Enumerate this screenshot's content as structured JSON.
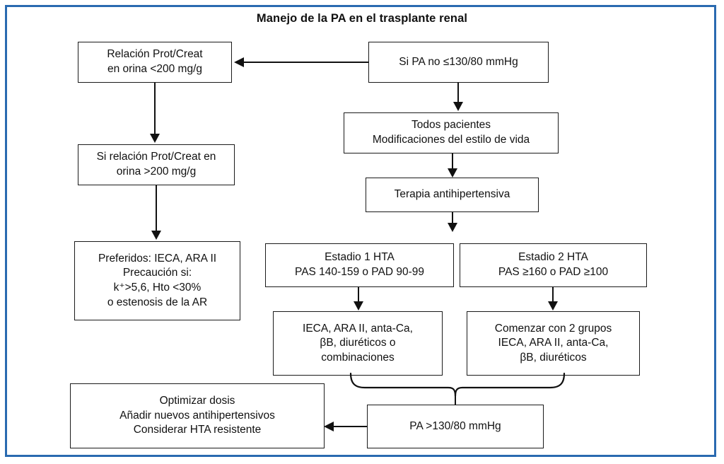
{
  "document": {
    "title": "Manejo de la PA en el trasplante renal",
    "frame_color": "#2a6ab0",
    "line_color": "#111111",
    "box_border_color": "#1a1a1a",
    "background": "#ffffff"
  },
  "nodes": {
    "prot_creat_low": {
      "lines": [
        "Relación Prot/Creat",
        "en orina <200 mg/g"
      ]
    },
    "pa_no_target": {
      "lines": [
        "Si PA no ≤130/80 mmHg"
      ]
    },
    "prot_creat_high": {
      "lines": [
        "Si relación Prot/Creat en",
        "orina >200 mg/g"
      ]
    },
    "todos_pacientes": {
      "lines": [
        "Todos pacientes",
        "Modificaciones del estilo de vida"
      ]
    },
    "terapia": {
      "lines": [
        "Terapia antihipertensiva"
      ]
    },
    "preferidos": {
      "lines": [
        "Preferidos: IECA, ARA II",
        "Precaución si:",
        "k⁺>5,6, Hto <30%",
        "o estenosis de la AR"
      ]
    },
    "estadio1": {
      "lines": [
        "Estadio 1 HTA",
        "PAS 140-159 o PAD 90-99"
      ]
    },
    "estadio2": {
      "lines": [
        "Estadio 2 HTA",
        "PAS ≥160 o PAD ≥100"
      ]
    },
    "tto_estadio1": {
      "lines": [
        "IECA, ARA II, anta-Ca,",
        "βB, diuréticos o",
        "combinaciones"
      ]
    },
    "tto_estadio2": {
      "lines": [
        "Comenzar con 2 grupos",
        "IECA, ARA II, anta-Ca,",
        "βB, diuréticos"
      ]
    },
    "optimizar": {
      "lines": [
        "Optimizar dosis",
        "Añadir nuevos antihipertensivos",
        "Considerar HTA resistente"
      ]
    },
    "pa_alta": {
      "lines": [
        "PA >130/80 mmHg"
      ]
    }
  }
}
